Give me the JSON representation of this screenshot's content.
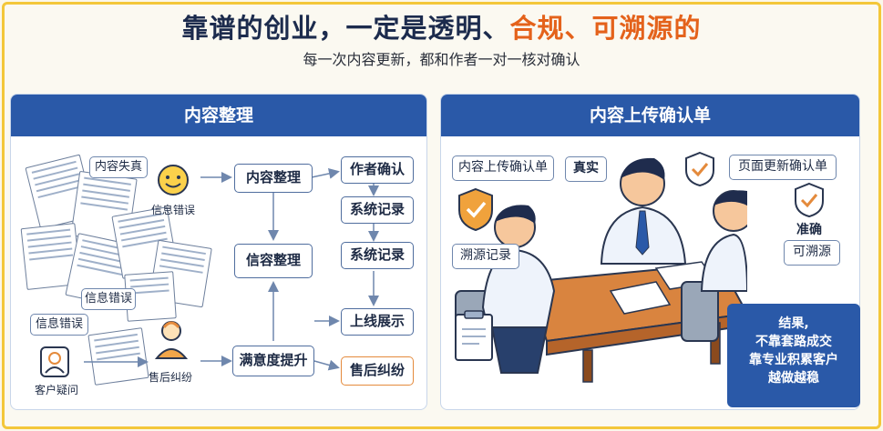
{
  "title": {
    "part1": "靠谱的创业，一定是透明、",
    "part2": "合规、可溯源的"
  },
  "subtitle": "每一次内容更新，都和作者一对一核对确认",
  "left_panel": {
    "header": "内容整理",
    "callouts": {
      "content_distortion": "内容失真",
      "info_error_1": "信息错误",
      "info_error_2": "信息错误",
      "info_error_3": "信息错误",
      "customer_question": "客户疑问",
      "after_sales": "售后纠纷"
    },
    "flow": {
      "content_organize": "内容整理",
      "info_organize": "信容整理",
      "satisfaction": "满意度提升",
      "author_confirm": "作者确认",
      "system_record_1": "系统记录",
      "system_record_2": "系统记录",
      "go_live": "上线展示",
      "after_sales_dispute": "售后纠纷"
    }
  },
  "right_panel": {
    "header": "内容上传确认单",
    "labels": {
      "upload_form": "内容上传确认单",
      "authentic": "真实",
      "page_update_form": "页面更新确认单",
      "trace_record": "溯源记录",
      "accurate": "准确",
      "traceable": "可溯源"
    },
    "result": {
      "line1": "结果,",
      "line2": "不靠套路成交",
      "line3": "靠专业积累客户",
      "line4": "越做越稳"
    }
  },
  "colors": {
    "primary_blue": "#2a59a8",
    "accent_orange": "#e4621b",
    "frame_yellow": "#f3c73a"
  }
}
